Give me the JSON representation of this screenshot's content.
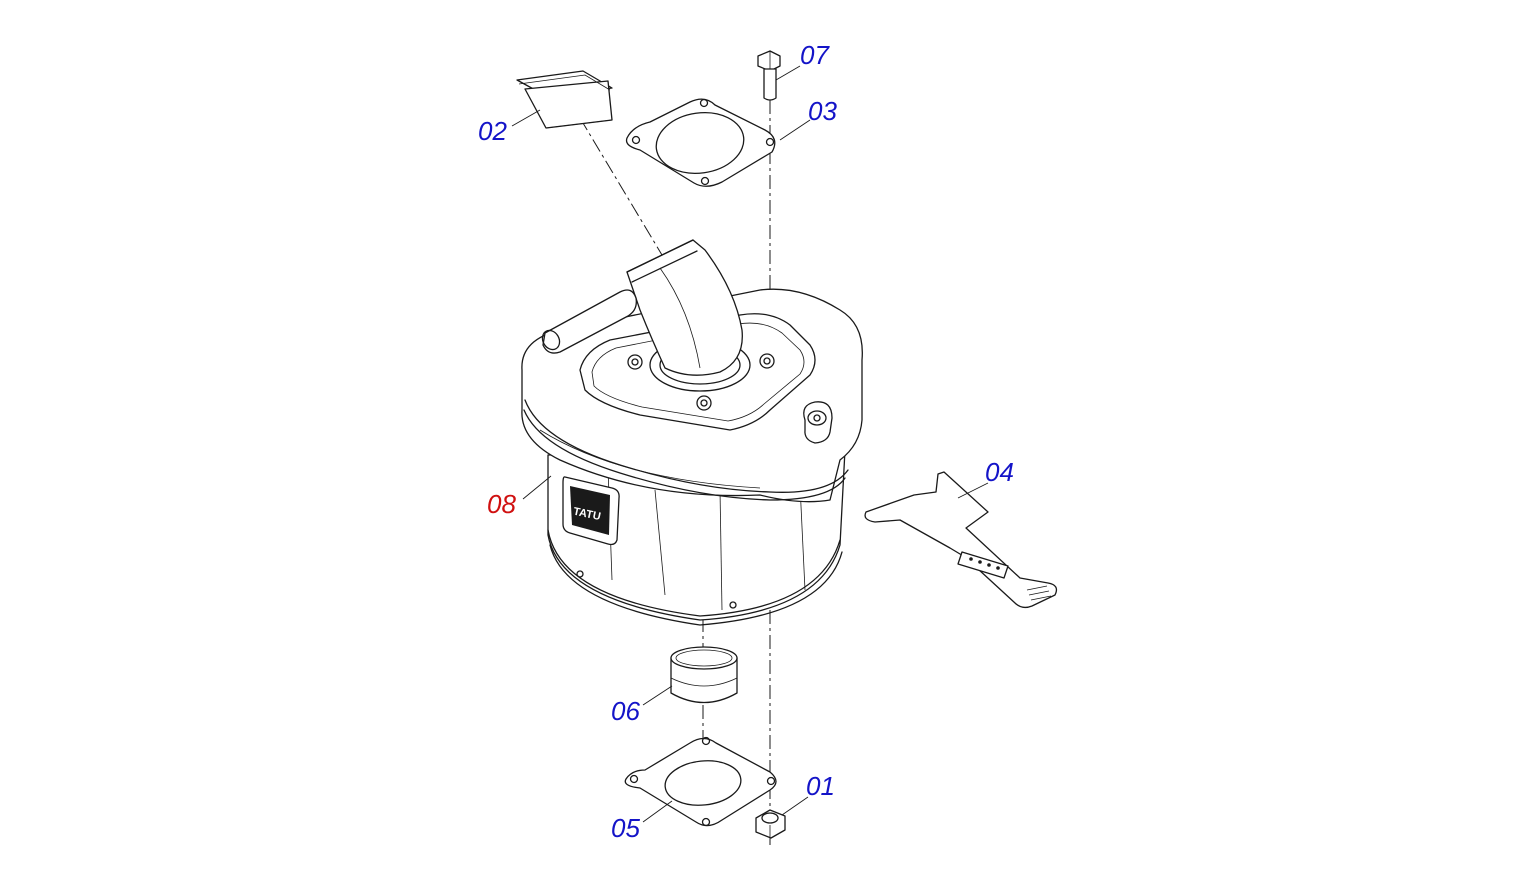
{
  "diagram": {
    "labels": {
      "p01": "01",
      "p02": "02",
      "p03": "03",
      "p04": "04",
      "p05": "05",
      "p06": "06",
      "p07": "07",
      "p08": "08"
    },
    "logo_text": "TATU",
    "colors": {
      "label_default": "#1414c8",
      "label_highlight": "#d01010",
      "line": "#1a1a1a"
    },
    "highlighted_part": "08"
  }
}
